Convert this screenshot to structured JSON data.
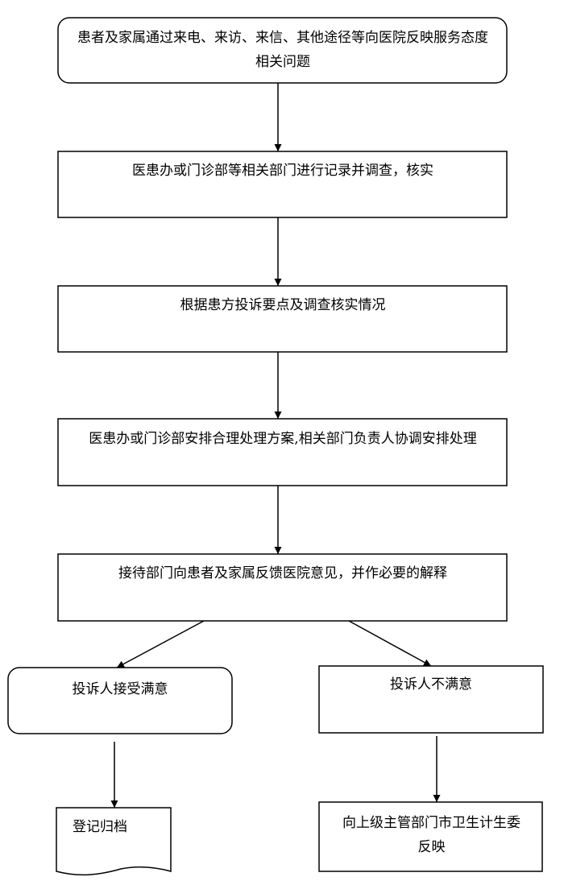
{
  "diagram": {
    "nodes": [
      {
        "id": "n1",
        "text": "患者及家属通过来电、来访、来信、其他途径等向医院反映服务态度相关问题"
      },
      {
        "id": "n2",
        "text": "医患办或门诊部等相关部门进行记录并调查，核实"
      },
      {
        "id": "n3",
        "text": "根据患方投诉要点及调查核实情况"
      },
      {
        "id": "n4",
        "text": "医患办或门诊部安排合理处理方案,相关部门负责人协调安排处理"
      },
      {
        "id": "n5",
        "text": "接待部门向患者及家属反馈医院意见，并作必要的解释"
      },
      {
        "id": "n6",
        "text": "投诉人接受满意"
      },
      {
        "id": "n7",
        "text": "投诉人不满意"
      },
      {
        "id": "n8",
        "text": "登记归档"
      },
      {
        "id": "n9",
        "text": "向上级主管部门市卫生计生委反映"
      }
    ],
    "edges": [
      {
        "from": "n1",
        "to": "n2"
      },
      {
        "from": "n2",
        "to": "n3"
      },
      {
        "from": "n3",
        "to": "n4"
      },
      {
        "from": "n4",
        "to": "n5"
      },
      {
        "from": "n5",
        "to": "n6"
      },
      {
        "from": "n5",
        "to": "n7"
      },
      {
        "from": "n6",
        "to": "n8"
      },
      {
        "from": "n7",
        "to": "n9"
      }
    ]
  }
}
